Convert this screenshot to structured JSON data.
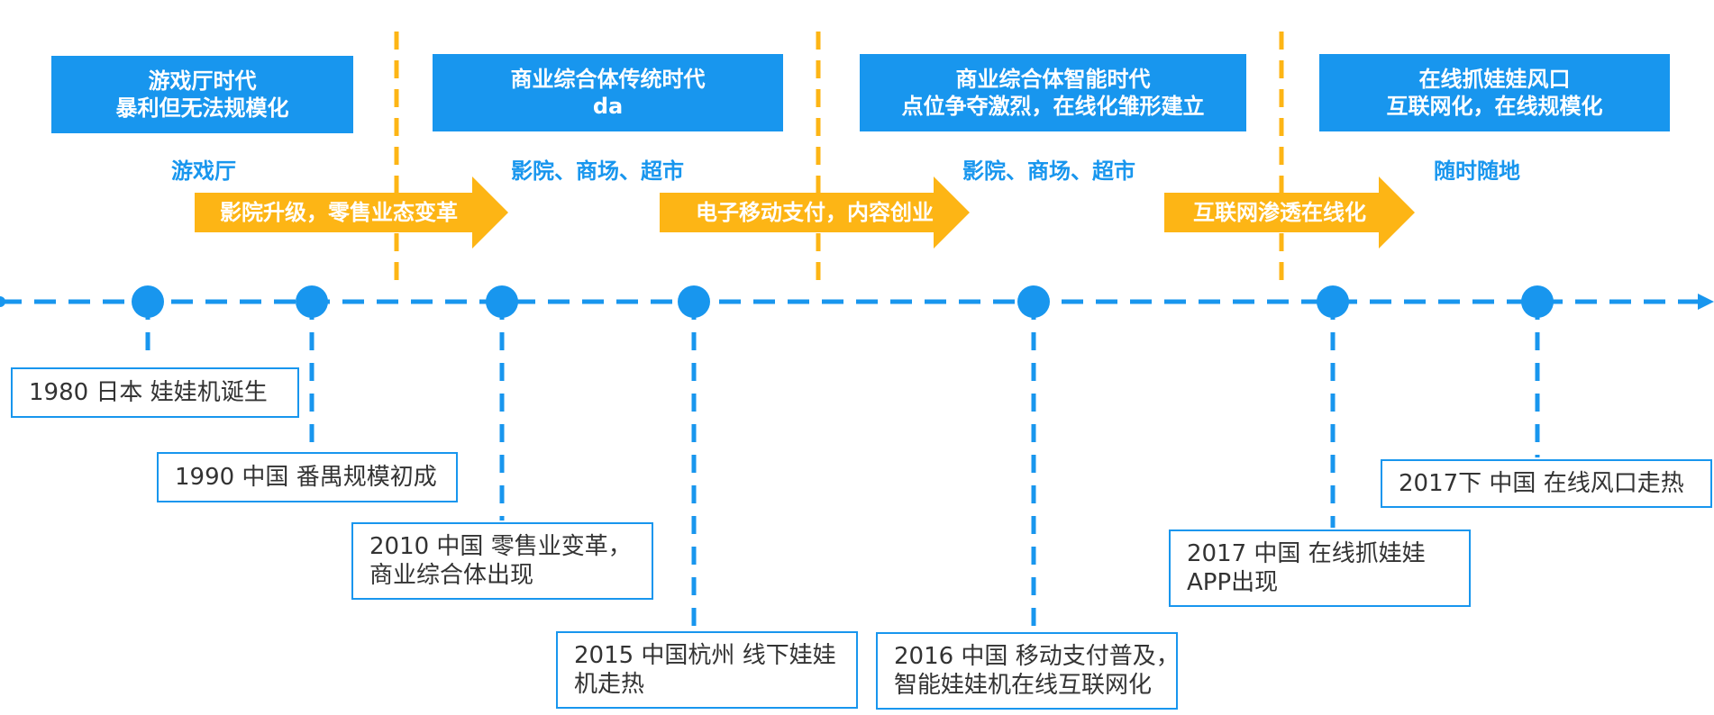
{
  "colors": {
    "blue": "#1896EE",
    "orange": "#FDB515",
    "text": "#333333"
  },
  "eras": [
    {
      "line1": "游戏厅时代",
      "line2": "暴利但无法规模化",
      "place": "游戏厅"
    },
    {
      "line1": "商业综合体传统时代",
      "line2": "da",
      "place": "影院、商场、超市"
    },
    {
      "line1": "商业综合体智能时代",
      "line2": "点位争夺激烈，在线化雏形建立",
      "place": "影院、商场、超市"
    },
    {
      "line1": "在线抓娃娃风口",
      "line2": "互联网化，在线规模化",
      "place": "随时随地"
    }
  ],
  "transitions": [
    {
      "label": "影院升级，零售业态变革"
    },
    {
      "label": "电子移动支付，内容创业"
    },
    {
      "label": "互联网渗透在线化"
    }
  ],
  "events": [
    {
      "line1": "1980 日本 娃娃机诞生",
      "line2": ""
    },
    {
      "line1": "1990 中国 番禺规模初成",
      "line2": ""
    },
    {
      "line1": "2010 中国 零售业变革，",
      "line2": "商业综合体出现"
    },
    {
      "line1": "2015 中国杭州 线下娃娃",
      "line2": "机走热"
    },
    {
      "line1": "2016 中国 移动支付普及，",
      "line2": "智能娃娃机在线互联网化"
    },
    {
      "line1": "2017 中国 在线抓娃娃",
      "line2": "APP出现"
    },
    {
      "line1": "2017下 中国 在线风口走热",
      "line2": ""
    }
  ]
}
